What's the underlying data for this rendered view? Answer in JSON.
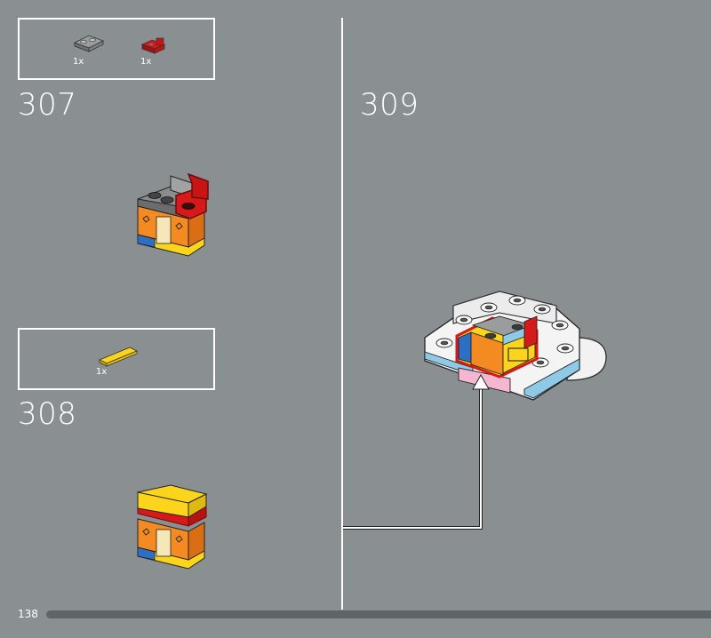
{
  "steps": [
    {
      "number": "307",
      "parts": [
        {
          "qty": "1x",
          "part": "grey-bracket"
        },
        {
          "qty": "1x",
          "part": "red-bracket"
        }
      ]
    },
    {
      "number": "308",
      "parts": [
        {
          "qty": "1x",
          "part": "yellow-tile"
        }
      ]
    },
    {
      "number": "309",
      "parts": []
    }
  ],
  "page": {
    "number": "138"
  },
  "colors": {
    "background": "#8a9092",
    "frame": "#ffffff",
    "progress_bar": "#5f6466"
  }
}
